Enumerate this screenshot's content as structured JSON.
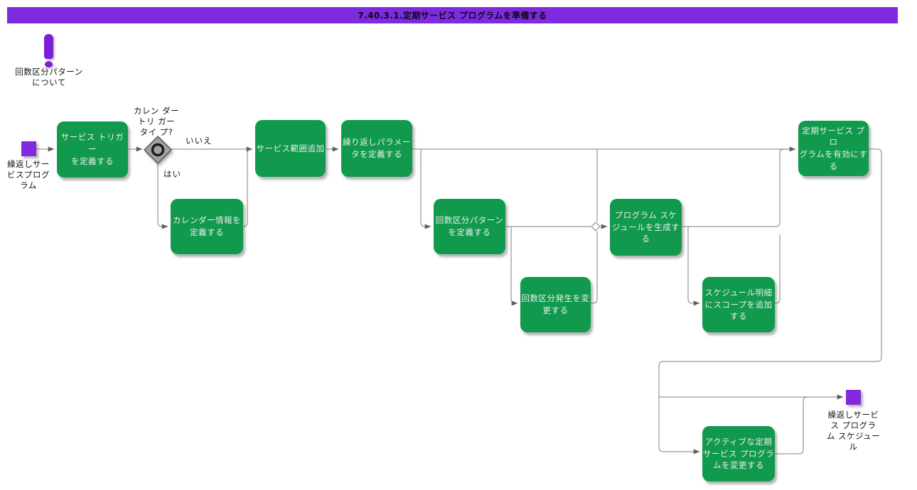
{
  "diagram": {
    "title": "7.40.3.1.定期サービス プログラムを準備する",
    "note": {
      "text": "回数区分パターン\nについて"
    },
    "start": {
      "label": "繰返しサー\nビスプログ\nラム"
    },
    "end": {
      "label": "繰返しサービ\nス プログラ\nム スケジュー\nル"
    },
    "decision": {
      "label": "カレン ダー\nトリ ガー\nタイ プ?",
      "no_label": "いいえ",
      "yes_label": "はい"
    },
    "tasks": [
      {
        "label": "サービス トリガー\nを定義する"
      },
      {
        "label": "サービス範囲追加"
      },
      {
        "label": "繰り返しパラメー\nタを定義する"
      },
      {
        "label": "カレンダー情報を\n定義する"
      },
      {
        "label": "回数区分パターン\nを定義する"
      },
      {
        "label": "回数区分発生を変\n更する"
      },
      {
        "label": "プログラム スケ\nジュールを生成す\nる"
      },
      {
        "label": "スケジュール明細\nにスコープを追加\nする"
      },
      {
        "label": "定期サービス プロ\nグラムを有効にす\nる"
      },
      {
        "label": "アクティブな定期\nサービス プログラ\nムを変更する"
      }
    ],
    "colors": {
      "accent_purple": "#7e2ae0",
      "task_green": "#119a4d",
      "connector_gray": "#7f7f7f",
      "decision_gray": "#a0a0a0"
    }
  }
}
